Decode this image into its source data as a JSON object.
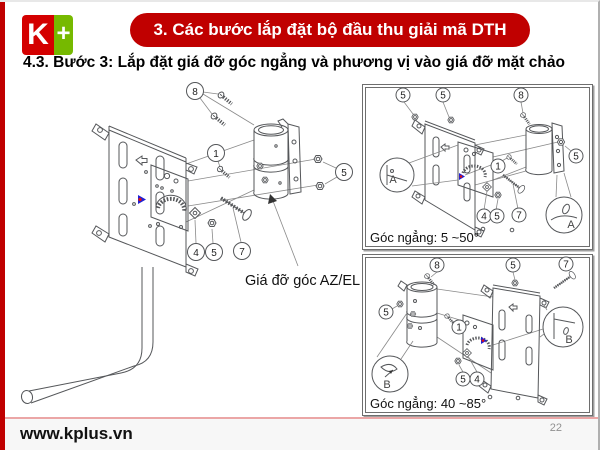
{
  "colors": {
    "accent_red": "#c00000",
    "logo_red": "#d40000",
    "logo_green": "#76b900",
    "line_art": "#55575a",
    "footer_line": "#eba6a6",
    "marker_blue": "#1f1fd6",
    "marker_red": "#e11010"
  },
  "header": {
    "logo_k": "K",
    "logo_plus": "+",
    "banner_title": "3. Các bước lắp đặt bộ đầu thu giải mã DTH",
    "subtitle": "4.3. Bước 3: Lắp đặt giá đỡ góc ngẳng và phương vị vào giá đỡ mặt chảo"
  },
  "main_diagram": {
    "part_label": "Giá đỡ góc AZ/EL",
    "callouts": {
      "top_screws": "8",
      "bolt": "1",
      "side_nuts": "5",
      "washer": "4",
      "nut": "5",
      "long_bolt": "7"
    }
  },
  "detail_box_1": {
    "caption": "Góc ngẳng: 5 ~50°",
    "magnifier_letter": "A",
    "callouts": {
      "nut_left": "5",
      "nut_mid": "5",
      "screw_top": "8",
      "nut_right": "5",
      "bolt": "1",
      "washer": "4",
      "nut_bottom": "5",
      "long_bolt": "7"
    }
  },
  "detail_box_2": {
    "caption": "Góc ngẳng: 40 ~85°",
    "magnifier_letter": "B",
    "callouts": {
      "screw_top": "8",
      "nut_top": "5",
      "long_bolt": "7",
      "nut_left": "5",
      "bolt": "1",
      "nut_bottom": "5",
      "washer": "4"
    }
  },
  "footer": {
    "website": "www.kplus.vn",
    "page_number": "22"
  }
}
